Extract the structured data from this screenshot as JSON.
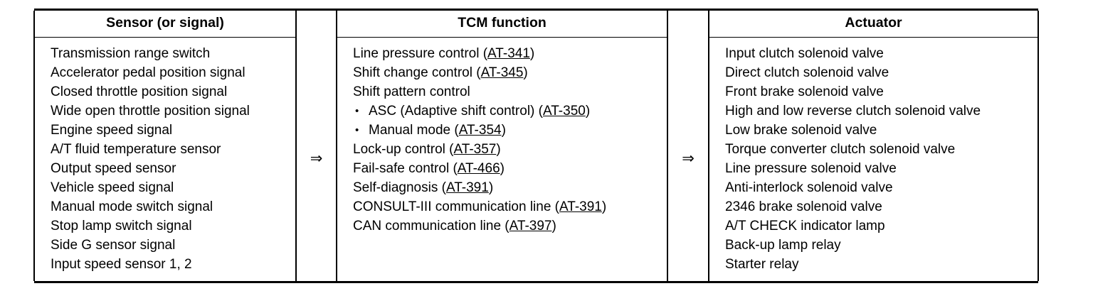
{
  "table": {
    "columns": [
      {
        "id": "sensor",
        "header": "Sensor (or signal)",
        "items": [
          {
            "text": "Transmission range switch"
          },
          {
            "text": "Accelerator pedal position signal"
          },
          {
            "text": "Closed throttle position signal"
          },
          {
            "text": "Wide open throttle position signal"
          },
          {
            "text": "Engine speed signal"
          },
          {
            "text": "A/T fluid temperature sensor"
          },
          {
            "text": "Output speed sensor"
          },
          {
            "text": "Vehicle speed signal"
          },
          {
            "text": "Manual mode switch signal"
          },
          {
            "text": "Stop lamp switch signal"
          },
          {
            "text": "Side G sensor signal"
          },
          {
            "text": "Input speed sensor 1, 2"
          }
        ]
      },
      {
        "id": "tcm",
        "header": "TCM function",
        "items": [
          {
            "text": "Line pressure control",
            "ref": "AT-341"
          },
          {
            "text": "Shift change control",
            "ref": "AT-345"
          },
          {
            "text": "Shift pattern control"
          },
          {
            "text": "ASC (Adaptive shift control)",
            "ref": "AT-350",
            "sub": true
          },
          {
            "text": "Manual mode",
            "ref": "AT-354",
            "sub": true
          },
          {
            "text": "Lock-up control",
            "ref": "AT-357"
          },
          {
            "text": "Fail-safe control",
            "ref": "AT-466"
          },
          {
            "text": "Self-diagnosis",
            "ref": "AT-391"
          },
          {
            "text": "CONSULT-III communication line",
            "ref": "AT-391"
          },
          {
            "text": "CAN communication line",
            "ref": "AT-397"
          }
        ]
      },
      {
        "id": "actuator",
        "header": "Actuator",
        "items": [
          {
            "text": "Input clutch solenoid valve"
          },
          {
            "text": "Direct clutch solenoid valve"
          },
          {
            "text": "Front brake solenoid valve"
          },
          {
            "text": "High and low reverse clutch solenoid valve"
          },
          {
            "text": "Low brake solenoid valve"
          },
          {
            "text": "Torque converter clutch solenoid valve"
          },
          {
            "text": "Line pressure solenoid valve"
          },
          {
            "text": "Anti-interlock solenoid valve"
          },
          {
            "text": "2346 brake solenoid valve"
          },
          {
            "text": "A/T CHECK indicator lamp"
          },
          {
            "text": "Back-up lamp relay"
          },
          {
            "text": "Starter relay"
          }
        ]
      }
    ],
    "arrows": [
      {
        "glyph": "⇒"
      },
      {
        "glyph": "⇒"
      }
    ]
  }
}
